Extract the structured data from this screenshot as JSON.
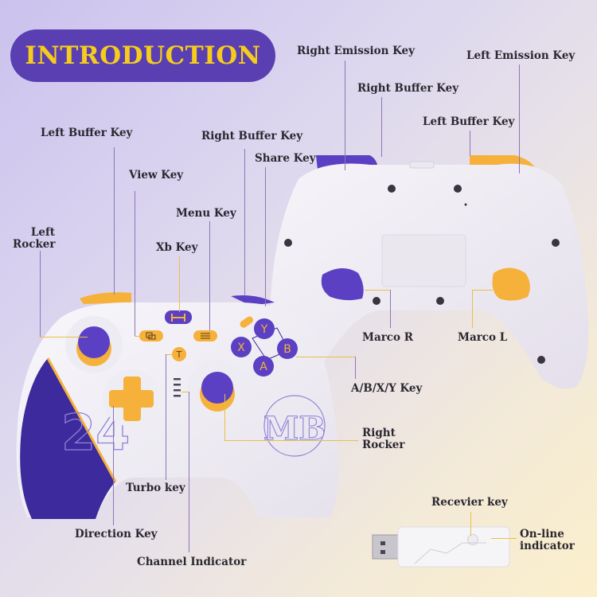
{
  "header": {
    "title": "INTRODUCTION"
  },
  "colors": {
    "title_bg": "#5a3fb2",
    "title_text": "#f6cc1c",
    "purple": "#5a3fb2",
    "gold": "#f4b23a",
    "body_white": "#f2f0f6",
    "label_text": "#2a2730",
    "leader_purple": "#8d77b6",
    "leader_gold": "#e9bf48"
  },
  "back_view": {
    "labels": {
      "right_emission_key": "Right Emission Key",
      "left_emission_key": "Left Emission Key",
      "right_buffer_key": "Right Buffer Key",
      "left_buffer_key": "Left Buffer Key",
      "marco_r": "Marco R",
      "marco_l": "Marco L"
    }
  },
  "front_view": {
    "labels": {
      "left_buffer_key": "Left Buffer Key",
      "right_buffer_key": "Right Buffer Key",
      "share_key": "Share Key",
      "view_key": "View Key",
      "menu_key": "Menu Key",
      "left_rocker_line1": "Left",
      "left_rocker_line2": "Rocker",
      "xb_key": "Xb Key",
      "abxy_key": "A/B/X/Y Key",
      "right_rocker_line1": "Right",
      "right_rocker_line2": "Rocker",
      "turbo_key": "Turbo key",
      "direction_key": "Direction Key",
      "channel_indicator": "Channel Indicator"
    },
    "face_buttons": {
      "y": "Y",
      "x": "X",
      "b": "B",
      "a": "A"
    },
    "turbo_glyph": "T",
    "jersey_number": "24",
    "logo_text": "MB"
  },
  "receiver": {
    "labels": {
      "receiver_key": "Recevier key",
      "online_line1": "On-line",
      "online_line2": "indicator"
    }
  }
}
